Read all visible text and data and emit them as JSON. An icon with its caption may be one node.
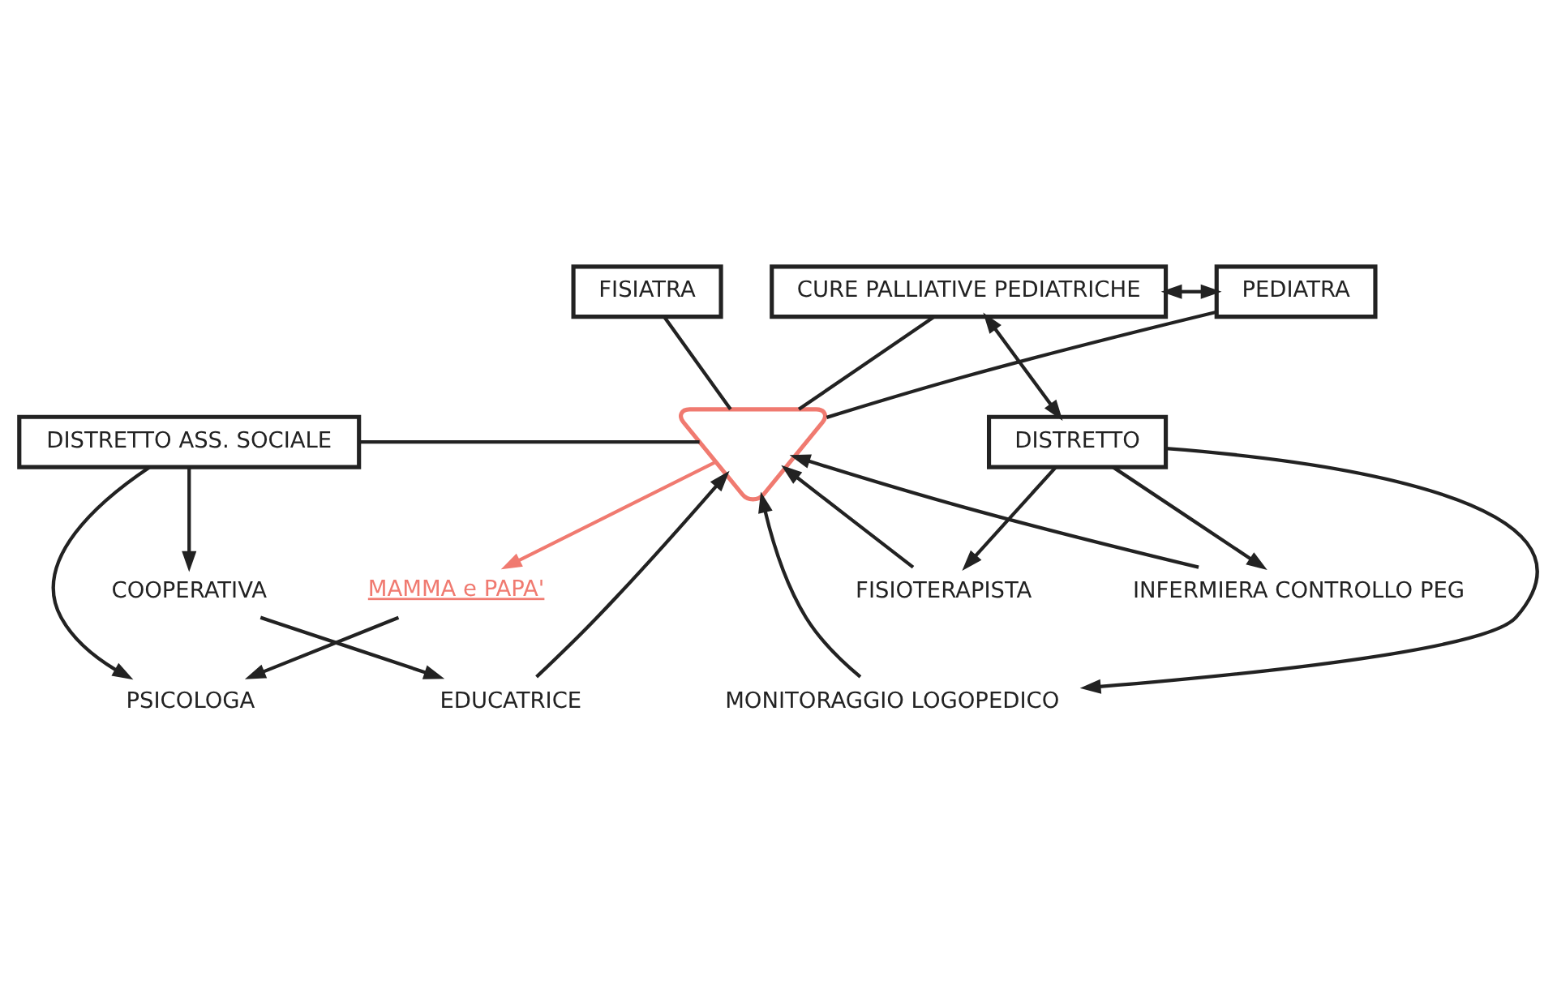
{
  "diagram": {
    "nodes": [
      {
        "text": [
          "CURE PALLIATIVE PEDIATRICHE"
        ]
      },
      {
        "text": [
          "PEDIATRA"
        ]
      },
      {
        "text": [
          "FISIATRA"
        ]
      },
      {
        "text": [
          "DISTRETTO"
        ]
      },
      {
        "text": [],
        "shape": "heart"
      },
      {
        "text": [
          "DISTRETTO ASS. SOCIALE"
        ]
      },
      {
        "text": [
          "FISIOTERAPISTA"
        ]
      },
      {
        "text": [
          "INFERMIERA CONTROLLO PEG"
        ]
      },
      {
        "text": [
          "COOPERATIVA"
        ]
      },
      {
        "text": [
          "MONITORAGGIO LOGOPEDICO"
        ]
      },
      {
        "text": [
          "EDUCATRICE"
        ]
      },
      {
        "text": [
          "MAMMA e PAPA'"
        ]
      },
      {
        "text": [
          "PSICOLOGA"
        ]
      }
    ],
    "edges": [
      {
        "from": 0,
        "to": 1,
        "arrow": "both"
      },
      {
        "from": 0,
        "to": 3,
        "arrow": "both"
      },
      {
        "from": 0,
        "to": 4,
        "arrow": "none"
      },
      {
        "from": 1,
        "to": 4,
        "arrow": "none"
      },
      {
        "from": 2,
        "to": 4,
        "arrow": "none"
      },
      {
        "from": 5,
        "to": 4,
        "arrow": "none"
      },
      {
        "from": 3,
        "to": 6,
        "arrow": "to"
      },
      {
        "from": 3,
        "to": 7,
        "arrow": "to"
      },
      {
        "from": 3,
        "to": 9,
        "arrow": "to"
      },
      {
        "from": 6,
        "to": 4,
        "arrow": "to"
      },
      {
        "from": 7,
        "to": 4,
        "arrow": "to"
      },
      {
        "from": 9,
        "to": 4,
        "arrow": "to"
      },
      {
        "from": 5,
        "to": 8,
        "arrow": "to"
      },
      {
        "from": 8,
        "to": 10,
        "arrow": "to"
      },
      {
        "from": 10,
        "to": 4,
        "arrow": "to"
      },
      {
        "from": 4,
        "to": 11,
        "arrow": "to",
        "color": "#f07a70"
      },
      {
        "from": 11,
        "to": 12,
        "arrow": "to"
      },
      {
        "from": 5,
        "to": 12,
        "arrow": "to"
      }
    ]
  }
}
